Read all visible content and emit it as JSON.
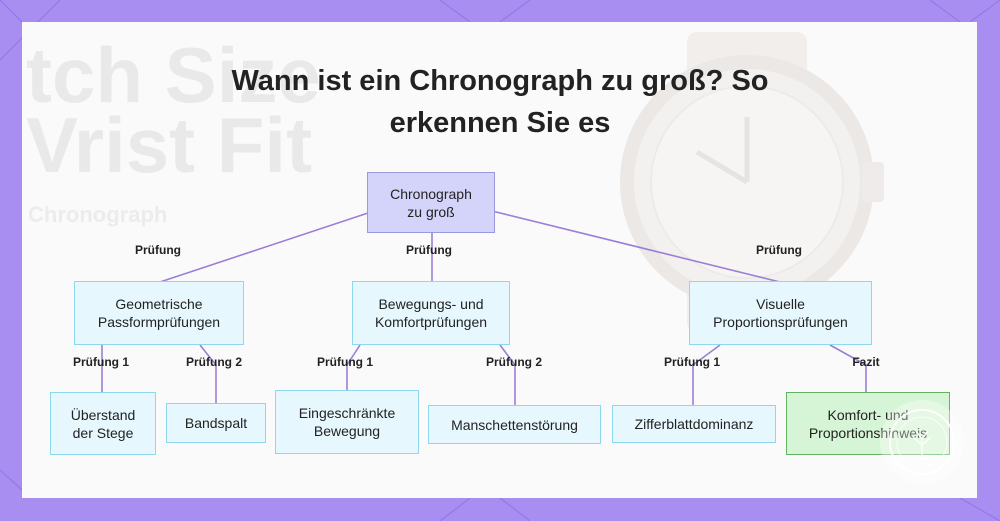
{
  "title": "Wann ist ein Chronograph zu groß? So erkennen Sie es",
  "background_text": {
    "line1": "tch Size",
    "line2": "Vrist Fit",
    "line3": "Chronograph"
  },
  "colors": {
    "frame": "#a98ef2",
    "root_fill": "#d4d4fb",
    "box_fill": "#e6f8fe",
    "fazit_fill": "#d6f5d6",
    "connector": "#9b7fd6"
  },
  "nodes": {
    "root": "Chronograph zu groß",
    "geometric": "Geometrische Passformprüfungen",
    "movement": "Bewegungs- und Komfortprüfungen",
    "visual": "Visuelle Proportionsprüfungen",
    "lugs": "Überstand der Stege",
    "strap_gap": "Bandspalt",
    "restricted": "Eingeschränkte Bewegung",
    "cuff": "Manschettenstörung",
    "dial": "Zifferblattdominanz",
    "comfort": "Komfort- und Proportionshinweis"
  },
  "edge_labels": {
    "root_geometric": "Prüfung",
    "root_movement": "Prüfung",
    "root_visual": "Prüfung",
    "geo_1": "Prüfung 1",
    "geo_2": "Prüfung 2",
    "mov_1": "Prüfung 1",
    "mov_2": "Prüfung 2",
    "vis_1": "Prüfung 1",
    "vis_fazit": "Fazit"
  },
  "icons": {
    "badge": "tree-logo-icon",
    "watch": "watch-illustration"
  }
}
